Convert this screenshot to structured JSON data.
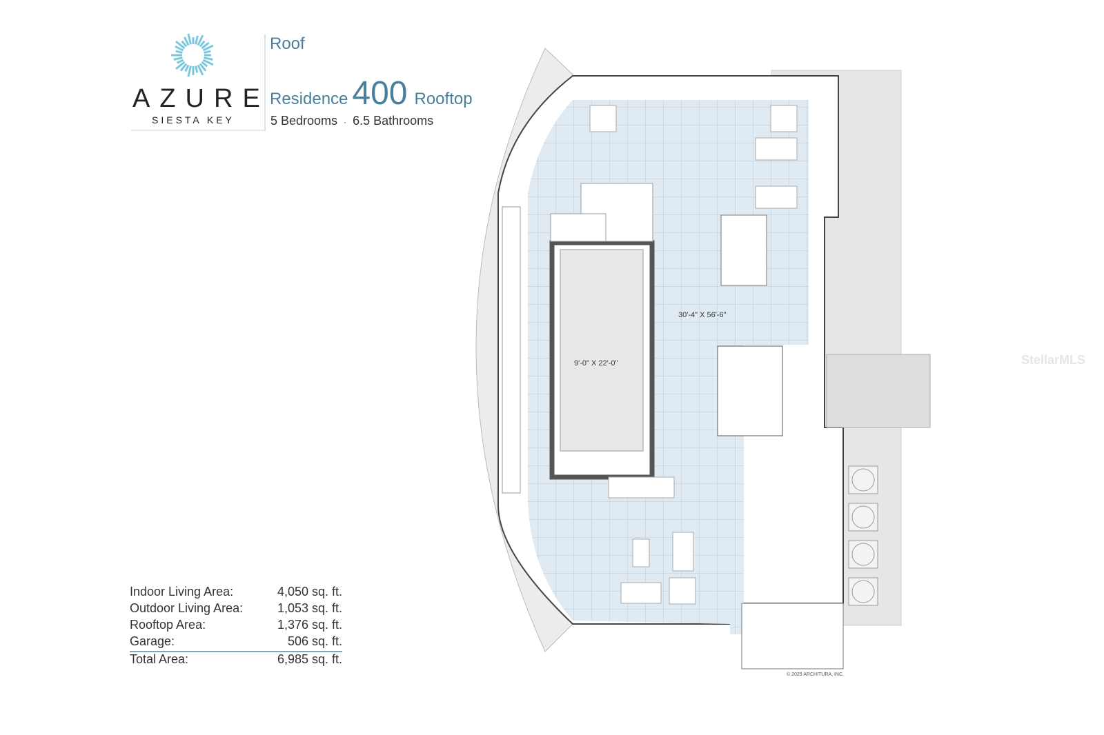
{
  "brand": {
    "name": "AZURE",
    "subtitle": "SIESTA KEY"
  },
  "header": {
    "level": "Roof",
    "residence_prefix": "Residence",
    "residence_number": "400",
    "residence_suffix": "Rooftop",
    "bedrooms": "5 Bedrooms",
    "separator": "·",
    "bathrooms": "6.5 Bathrooms"
  },
  "areas": [
    {
      "label": "Indoor Living Area:",
      "value": "4,050 sq. ft."
    },
    {
      "label": "Outdoor Living Area:",
      "value": "1,053 sq. ft."
    },
    {
      "label": "Rooftop Area:",
      "value": "1,376 sq. ft."
    },
    {
      "label": "Garage:",
      "value": "506 sq. ft."
    },
    {
      "label": "Total Area:",
      "value": "6,985 sq. ft."
    }
  ],
  "plan": {
    "rooftop_dims": "30'-4\" X 56'-6\"",
    "pool_dims": "9'-0\" X 22'-0\""
  },
  "copyright": "© 2025 ARCHITURA, INC.",
  "watermark": "StellarMLS",
  "colors": {
    "accent": "#4a7f9c",
    "deck": "#dfeaf2",
    "logo": "#7cc7dc"
  }
}
